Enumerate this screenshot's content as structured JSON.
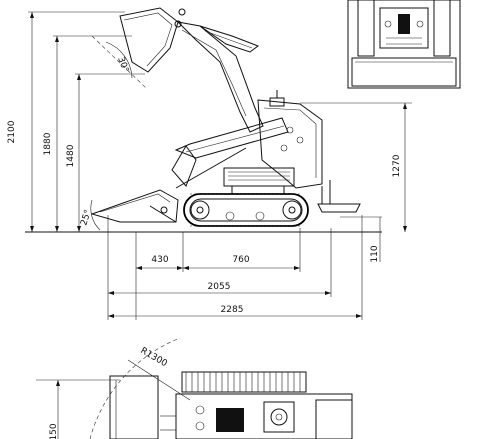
{
  "side_view": {
    "dims": {
      "height_total": "2100",
      "height_hinge": "1880",
      "height_dump": "1480",
      "height_body": "1270",
      "clearance": "110",
      "front_overhang": "430",
      "wheelbase": "760",
      "length_no_bucket": "2055",
      "length_total": "2285",
      "dump_angle": "30°",
      "rollback_angle": "25°"
    }
  },
  "top_view": {
    "dims": {
      "turn_radius": "R1300",
      "width_partial": "150"
    }
  }
}
